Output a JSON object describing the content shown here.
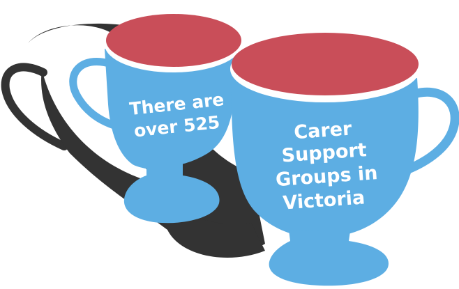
{
  "colors": {
    "cup_blue": "#5DAEE3",
    "cup_rim_red": "#C94E59",
    "shadow_dark": "#333333",
    "text": "#FFFFFF"
  },
  "cups": {
    "left": {
      "line1": "There are",
      "line2": "over 525"
    },
    "right": {
      "line1": "Carer",
      "line2": "Support",
      "line3": "Groups in",
      "line4": "Victoria"
    }
  }
}
